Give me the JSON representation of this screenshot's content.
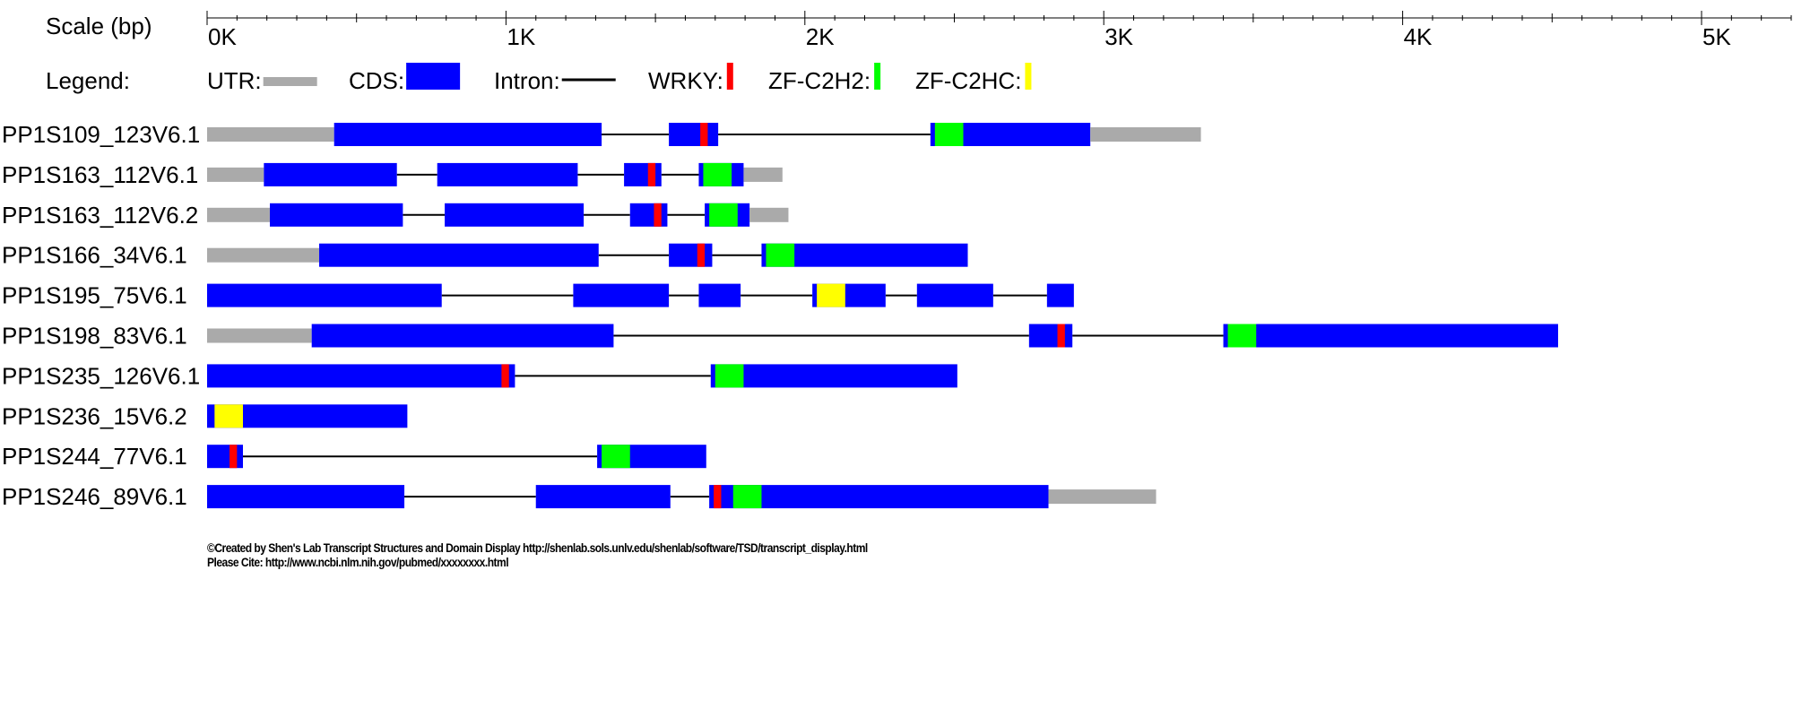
{
  "colors": {
    "utr": "#aaaaaa",
    "cds": "#0000ff",
    "intron": "#000000",
    "WRKY": "#ff0000",
    "ZF-C2H2": "#00ff00",
    "ZF-C2HC": "#ffff00"
  },
  "scale": {
    "label": "Scale (bp)",
    "max_bp": 5300,
    "minor_step_bp": 100,
    "major_step_bp": 1000,
    "tick_labels": [
      "0K",
      "1K",
      "2K",
      "3K",
      "4K",
      "5K"
    ]
  },
  "legend": {
    "title": "Legend:",
    "items": [
      {
        "label": "UTR:",
        "kind": "utr"
      },
      {
        "label": "CDS:",
        "kind": "cds"
      },
      {
        "label": "Intron:",
        "kind": "intron"
      },
      {
        "label": "WRKY:",
        "kind": "WRKY"
      },
      {
        "label": "ZF-C2H2:",
        "kind": "ZF-C2H2"
      },
      {
        "label": "ZF-C2HC:",
        "kind": "ZF-C2HC"
      }
    ]
  },
  "transcripts": [
    {
      "name": "PP1S109_123V6.1",
      "exons": [
        [
          0,
          855
        ],
        [
          1545,
          1710
        ],
        [
          2420,
          2955
        ],
        [
          2955,
          3325
        ]
      ],
      "segments": [
        [
          "utr",
          0,
          425
        ],
        [
          "cds",
          425,
          1320
        ],
        [
          "cds",
          1545,
          1710
        ],
        [
          "cds",
          2420,
          2955
        ],
        [
          "utr",
          2955,
          3325
        ]
      ],
      "domains": [
        [
          "WRKY",
          1650,
          1675
        ],
        [
          "ZF-C2H2",
          2435,
          2530
        ]
      ]
    },
    {
      "name": "PP1S163_112V6.1",
      "exons": [
        [
          0,
          635
        ],
        [
          770,
          1240
        ],
        [
          1395,
          1520
        ],
        [
          1645,
          1795
        ],
        [
          1795,
          1925
        ]
      ],
      "segments": [
        [
          "utr",
          0,
          190
        ],
        [
          "cds",
          190,
          635
        ],
        [
          "cds",
          770,
          1240
        ],
        [
          "cds",
          1395,
          1520
        ],
        [
          "cds",
          1645,
          1795
        ],
        [
          "utr",
          1795,
          1925
        ]
      ],
      "domains": [
        [
          "WRKY",
          1475,
          1500
        ],
        [
          "ZF-C2H2",
          1660,
          1755
        ]
      ]
    },
    {
      "name": "PP1S163_112V6.2",
      "exons": [
        [
          0,
          655
        ],
        [
          795,
          1260
        ],
        [
          1415,
          1540
        ],
        [
          1665,
          1815
        ],
        [
          1815,
          1945
        ]
      ],
      "segments": [
        [
          "utr",
          0,
          210
        ],
        [
          "cds",
          210,
          655
        ],
        [
          "cds",
          795,
          1260
        ],
        [
          "cds",
          1415,
          1540
        ],
        [
          "cds",
          1665,
          1815
        ],
        [
          "utr",
          1815,
          1945
        ]
      ],
      "domains": [
        [
          "WRKY",
          1495,
          1520
        ],
        [
          "ZF-C2H2",
          1680,
          1775
        ]
      ]
    },
    {
      "name": "PP1S166_34V6.1",
      "exons": [
        [
          0,
          1310
        ],
        [
          1545,
          1690
        ],
        [
          1855,
          2545
        ]
      ],
      "segments": [
        [
          "utr",
          0,
          375
        ],
        [
          "cds",
          375,
          1310
        ],
        [
          "cds",
          1545,
          1690
        ],
        [
          "cds",
          1855,
          2545
        ]
      ],
      "domains": [
        [
          "WRKY",
          1640,
          1665
        ],
        [
          "ZF-C2H2",
          1870,
          1965
        ]
      ]
    },
    {
      "name": "PP1S195_75V6.1",
      "exons": [
        [
          0,
          785
        ],
        [
          1225,
          1545
        ],
        [
          1645,
          1785
        ],
        [
          2025,
          2270
        ],
        [
          2375,
          2630
        ],
        [
          2810,
          2900
        ]
      ],
      "segments": [
        [
          "cds",
          0,
          785
        ],
        [
          "cds",
          1225,
          1545
        ],
        [
          "cds",
          1645,
          1785
        ],
        [
          "cds",
          2025,
          2270
        ],
        [
          "cds",
          2375,
          2630
        ],
        [
          "cds",
          2810,
          2900
        ]
      ],
      "domains": [
        [
          "ZF-C2HC",
          2040,
          2135
        ]
      ]
    },
    {
      "name": "PP1S198_83V6.1",
      "exons": [
        [
          0,
          1360
        ],
        [
          2750,
          2895
        ],
        [
          3400,
          4520
        ]
      ],
      "segments": [
        [
          "utr",
          0,
          350
        ],
        [
          "cds",
          350,
          1360
        ],
        [
          "cds",
          2750,
          2895
        ],
        [
          "cds",
          3400,
          4520
        ]
      ],
      "domains": [
        [
          "WRKY",
          2845,
          2870
        ],
        [
          "ZF-C2H2",
          3415,
          3510
        ]
      ]
    },
    {
      "name": "PP1S235_126V6.1",
      "exons": [
        [
          0,
          1030
        ],
        [
          1685,
          2510
        ]
      ],
      "segments": [
        [
          "cds",
          0,
          1030
        ],
        [
          "cds",
          1685,
          2510
        ]
      ],
      "domains": [
        [
          "WRKY",
          985,
          1010
        ],
        [
          "ZF-C2H2",
          1700,
          1795
        ]
      ]
    },
    {
      "name": "PP1S236_15V6.2",
      "exons": [
        [
          0,
          670
        ]
      ],
      "segments": [
        [
          "cds",
          0,
          670
        ]
      ],
      "domains": [
        [
          "ZF-C2HC",
          25,
          120
        ]
      ]
    },
    {
      "name": "PP1S244_77V6.1",
      "exons": [
        [
          0,
          120
        ],
        [
          1305,
          1670
        ]
      ],
      "segments": [
        [
          "cds",
          0,
          120
        ],
        [
          "cds",
          1305,
          1670
        ]
      ],
      "domains": [
        [
          "WRKY",
          75,
          100
        ],
        [
          "ZF-C2H2",
          1320,
          1415
        ]
      ]
    },
    {
      "name": "PP1S246_89V6.1",
      "exons": [
        [
          0,
          660
        ],
        [
          1100,
          1550
        ],
        [
          1680,
          2815
        ],
        [
          2815,
          3175
        ]
      ],
      "segments": [
        [
          "cds",
          0,
          660
        ],
        [
          "cds",
          1100,
          1550
        ],
        [
          "cds",
          1680,
          2815
        ],
        [
          "utr",
          2815,
          3175
        ]
      ],
      "domains": [
        [
          "WRKY",
          1695,
          1720
        ],
        [
          "ZF-C2H2",
          1760,
          1855
        ]
      ]
    }
  ],
  "credits": {
    "line1": "©Created by Shen's Lab Transcript Structures and Domain Display http://shenlab.sols.unlv.edu/shenlab/software/TSD/transcript_display.html",
    "line2": "Please Cite: http://www.ncbi.nlm.nih.gov/pubmed/xxxxxxxx.html"
  }
}
